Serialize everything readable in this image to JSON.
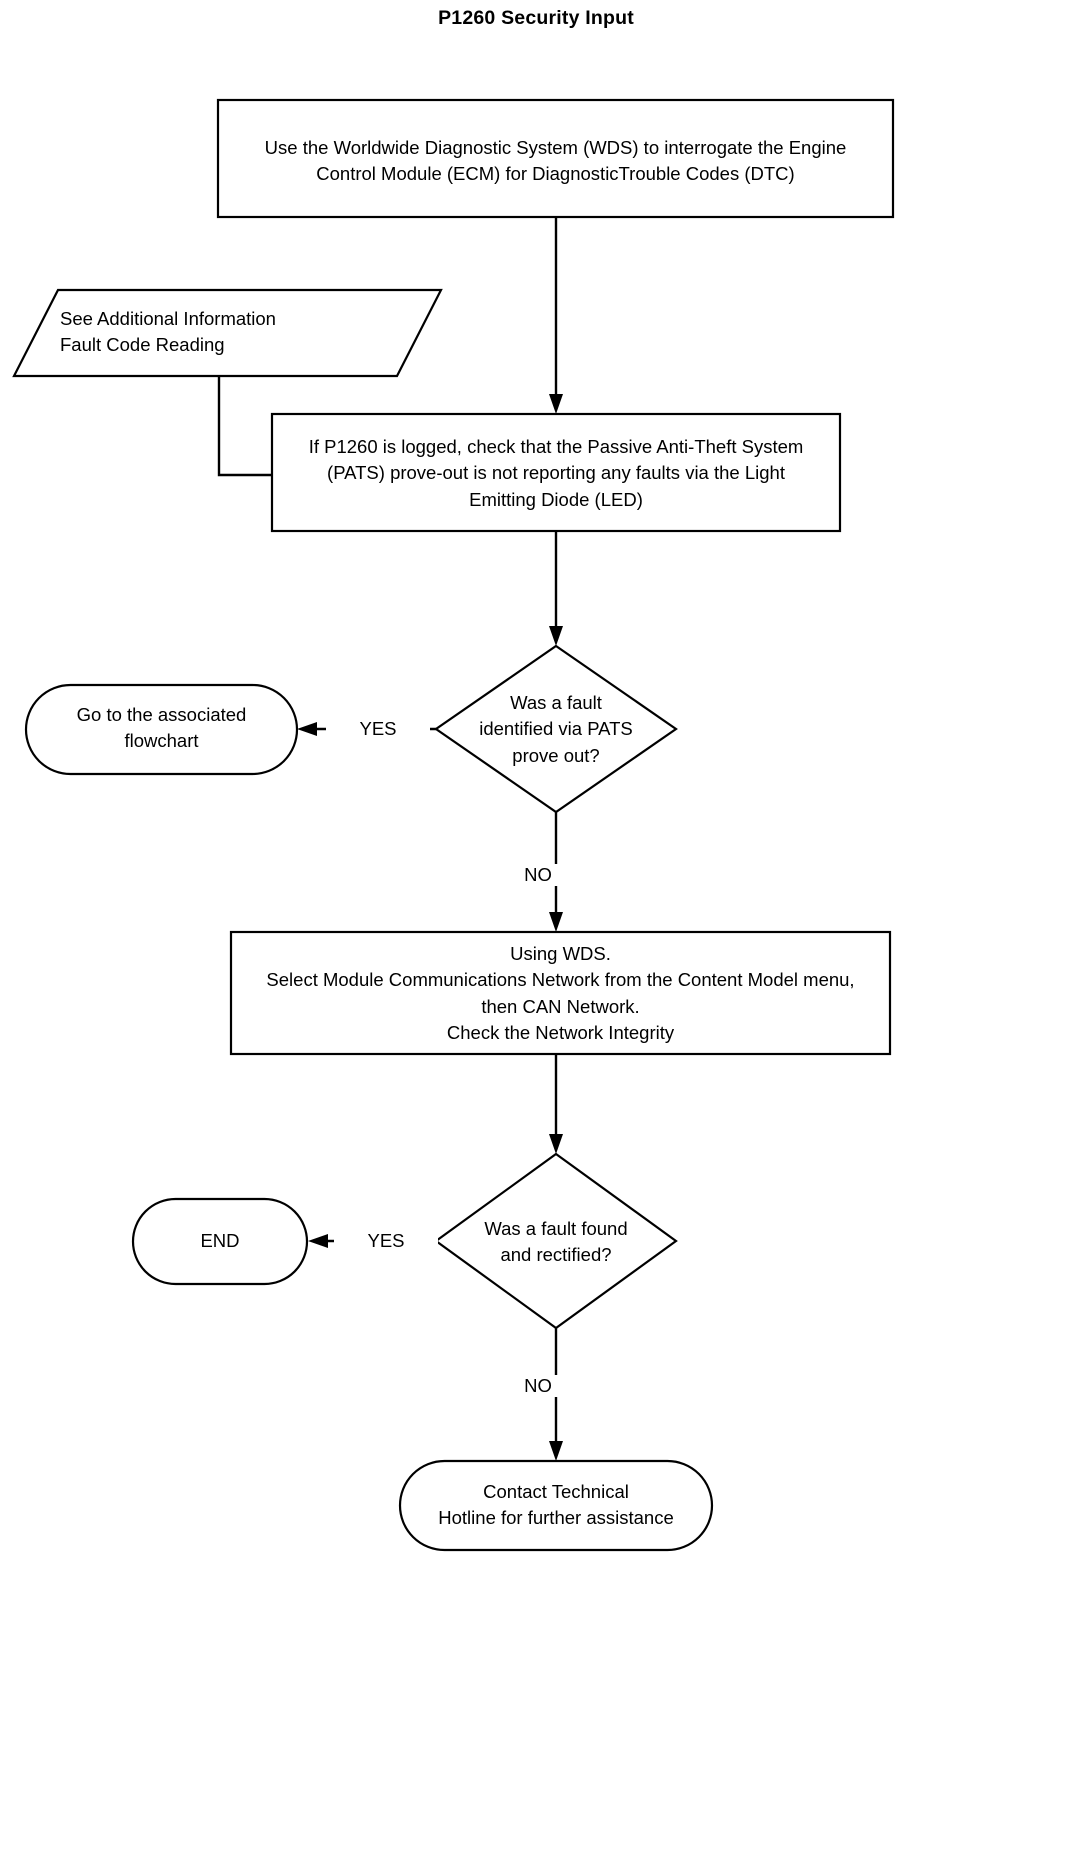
{
  "title": "P1260 Security Input",
  "colors": {
    "background": "#ffffff",
    "stroke": "#000000",
    "text": "#000000"
  },
  "chart_data": {
    "type": "diagram",
    "diagram_type": "flowchart",
    "title": "P1260 Security Input",
    "orientation": "top-to-bottom",
    "nodes": [
      {
        "id": "step1",
        "shape": "process",
        "text": "Use the Worldwide Diagnostic System (WDS) to interrogate the Engine\nControl Module (ECM) for DiagnosticTrouble Codes (DTC)"
      },
      {
        "id": "note1",
        "shape": "data-parallelogram",
        "text": "See Additional Information\nFault Code Reading"
      },
      {
        "id": "step2",
        "shape": "process",
        "text": "If P1260 is logged, check that the Passive Anti-Theft System\n(PATS) prove-out is not reporting any faults via the Light\nEmitting Diode (LED)"
      },
      {
        "id": "decision1",
        "shape": "decision",
        "text": "Was a fault\nidentified via PATS\nprove out?"
      },
      {
        "id": "terminator1",
        "shape": "terminator",
        "text": "Go to the associated\nflowchart"
      },
      {
        "id": "step3",
        "shape": "process",
        "text": "Using WDS.\nSelect Module Communications Network from the Content Model menu,\nthen CAN Network.\nCheck the Network Integrity"
      },
      {
        "id": "decision2",
        "shape": "decision",
        "text": "Was a fault found\nand rectified?"
      },
      {
        "id": "terminator2",
        "shape": "terminator",
        "text": "END"
      },
      {
        "id": "terminator3",
        "shape": "terminator",
        "text": "Contact Technical\nHotline for further assistance"
      }
    ],
    "edges": [
      {
        "from": "step1",
        "to": "step2",
        "label": "",
        "arrow": true
      },
      {
        "from": "note1",
        "to": "step2",
        "label": "",
        "arrow": false
      },
      {
        "from": "step2",
        "to": "decision1",
        "label": "",
        "arrow": true
      },
      {
        "from": "decision1",
        "to": "terminator1",
        "label": "YES",
        "arrow": true
      },
      {
        "from": "decision1",
        "to": "step3",
        "label": "NO",
        "arrow": true
      },
      {
        "from": "step3",
        "to": "decision2",
        "label": "",
        "arrow": true
      },
      {
        "from": "decision2",
        "to": "terminator2",
        "label": "YES",
        "arrow": true
      },
      {
        "from": "decision2",
        "to": "terminator3",
        "label": "NO",
        "arrow": true
      }
    ],
    "edge_labels": [
      "YES",
      "NO",
      "YES",
      "NO"
    ]
  }
}
